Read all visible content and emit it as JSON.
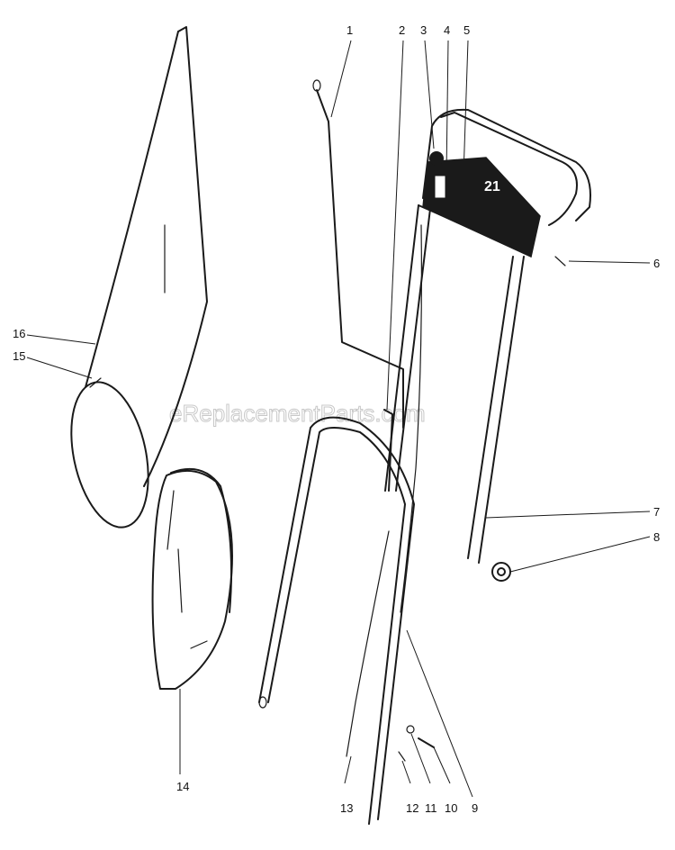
{
  "watermark": "eReplacementParts.com",
  "plate_number": "21",
  "callouts": [
    "1",
    "2",
    "3",
    "4",
    "5",
    "6",
    "7",
    "8",
    "9",
    "10",
    "11",
    "12",
    "13",
    "14",
    "15",
    "16"
  ]
}
